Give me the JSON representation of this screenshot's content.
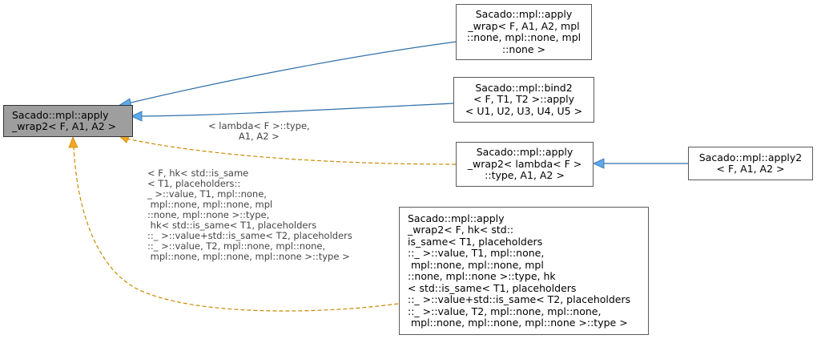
{
  "nodes": {
    "root": "Sacado::mpl::apply\n_wrap2< F, A1, A2 >",
    "n1": "Sacado::mpl::apply\n_wrap< F, A1, A2, mpl\n::none, mpl::none, mpl\n::none >",
    "n2": "Sacado::mpl::bind2\n< F, T1, T2 >::apply\n< U1, U2, U3, U4, U5 >",
    "n3": "Sacado::mpl::apply\n_wrap2< lambda< F >\n::type, A1, A2 >",
    "n4": "Sacado::mpl::apply2\n< F, A1, A2 >",
    "n5": "Sacado::mpl::apply\n_wrap2< F, hk< std::\nis_same< T1, placeholders\n::_ >::value, T1, mpl::none,\n mpl::none, mpl::none, mpl\n::none, mpl::none >::type, hk\n< std::is_same< T1, placeholders\n::_ >::value+std::is_same< T2, placeholders\n::_ >::value, T2, mpl::none, mpl::none,\n mpl::none, mpl::none, mpl::none >::type >"
  },
  "edge_labels": {
    "lambda": "< lambda< F >::type,\nA1, A2 >",
    "hk": "< F, hk< std::is_same\n< T1, placeholders::\n_ >::value, T1, mpl::none,\n mpl::none, mpl::none, mpl\n::none, mpl::none >::type,\n hk< std::is_same< T1, placeholders\n::_ >::value+std::is_same< T2, placeholders\n::_ >::value, T2, mpl::none, mpl::none,\n mpl::none, mpl::none, mpl::none >::type >"
  },
  "colors": {
    "inherit_edge": "#2f6fa8",
    "inherit_arrow": "#5da9e9",
    "template_edge": "#c98a00",
    "template_arrow": "#f5a623",
    "root_fill": "#9e9e9e"
  }
}
